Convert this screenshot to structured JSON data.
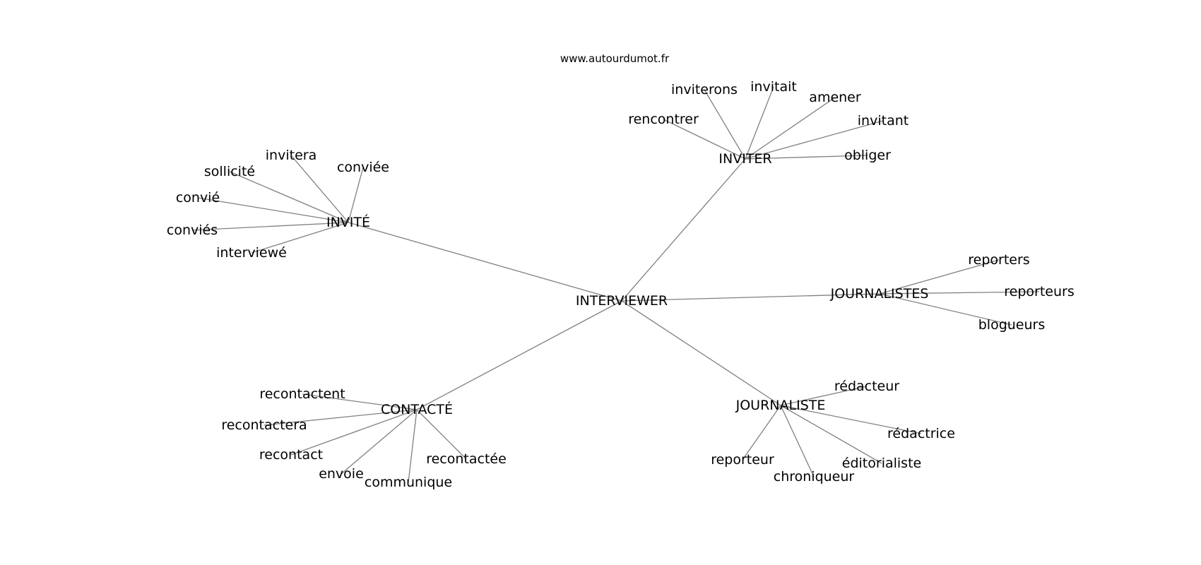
{
  "header": {
    "site": "www.autourdumot.fr"
  },
  "graph": {
    "center": "INTERVIEWER",
    "hubs": [
      {
        "id": "invite",
        "label": "INVITÉ",
        "leaves": [
          "invitera",
          "conviée",
          "sollicité",
          "convié",
          "conviés",
          "interviewé"
        ]
      },
      {
        "id": "inviter",
        "label": "INVITER",
        "leaves": [
          "inviterons",
          "invitait",
          "amener",
          "invitant",
          "rencontrer",
          "obliger"
        ]
      },
      {
        "id": "journalistes",
        "label": "JOURNALISTES",
        "leaves": [
          "reporters",
          "reporteurs",
          "blogueurs"
        ]
      },
      {
        "id": "contacte",
        "label": "CONTACTÉ",
        "leaves": [
          "recontactent",
          "recontactera",
          "recontact",
          "envoie",
          "communique",
          "recontactée"
        ]
      },
      {
        "id": "journaliste",
        "label": "JOURNALISTE",
        "leaves": [
          "rédacteur",
          "rédactrice",
          "éditorialiste",
          "chroniqueur",
          "reporteur"
        ]
      }
    ]
  }
}
